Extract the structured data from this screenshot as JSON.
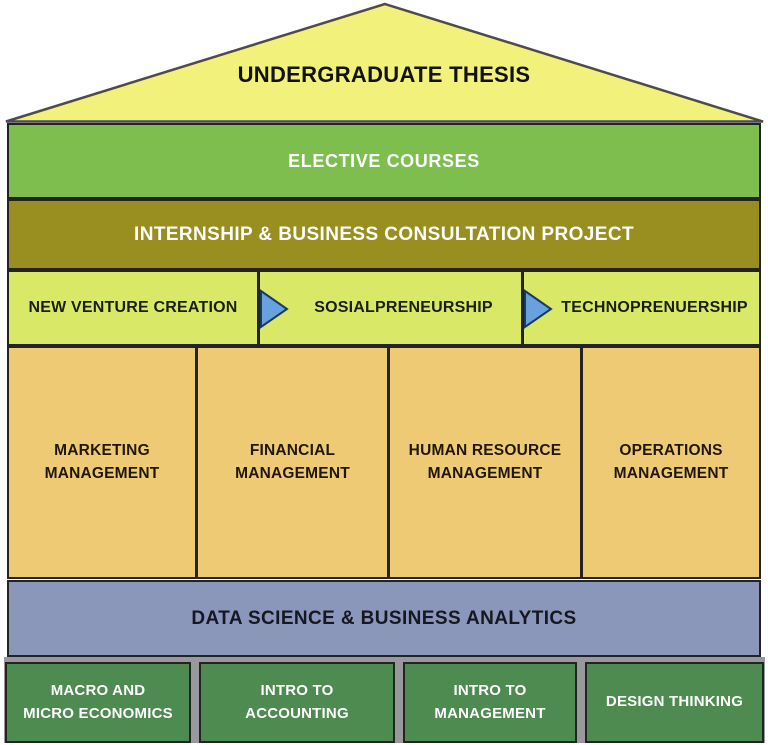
{
  "diagram_title": "Business curriculum pyramid",
  "colors": {
    "roof_fill": "#F1F17B",
    "roof_stroke": "#4c4c4c",
    "elective_fill": "#7DBE4F",
    "internship_fill": "#998E20",
    "venture_fill": "#D9E967",
    "columns_fill": "#EFCA75",
    "data_science_fill": "#8B96BB",
    "foundation_fill": "#4E8B51",
    "arrow_fill": "#68A1DE",
    "arrow_stroke": "#173A63",
    "border": "#232323",
    "gap_gray": "#97999c"
  },
  "icons": {
    "flow_arrow": "arrow-right-icon"
  },
  "roof": {
    "title": "UNDERGRADUATE THESIS"
  },
  "bands": {
    "elective": "ELECTIVE COURSES",
    "internship": "INTERNSHIP & BUSINESS CONSULTATION PROJECT",
    "data_science": "DATA SCIENCE & BUSINESS ANALYTICS"
  },
  "venture": {
    "items": [
      "NEW VENTURE CREATION",
      "SOSIALPRENEURSHIP",
      "TECHNOPRENUERSHIP"
    ]
  },
  "management_columns": [
    "MARKETING\nMANAGEMENT",
    "FINANCIAL\nMANAGEMENT",
    "HUMAN RESOURCE\nMANAGEMENT",
    "OPERATIONS\nMANAGEMENT"
  ],
  "foundation_row": [
    "MACRO AND\nMICRO ECONOMICS",
    "INTRO TO\nACCOUNTING",
    "INTRO TO\nMANAGEMENT",
    "DESIGN THINKING"
  ]
}
